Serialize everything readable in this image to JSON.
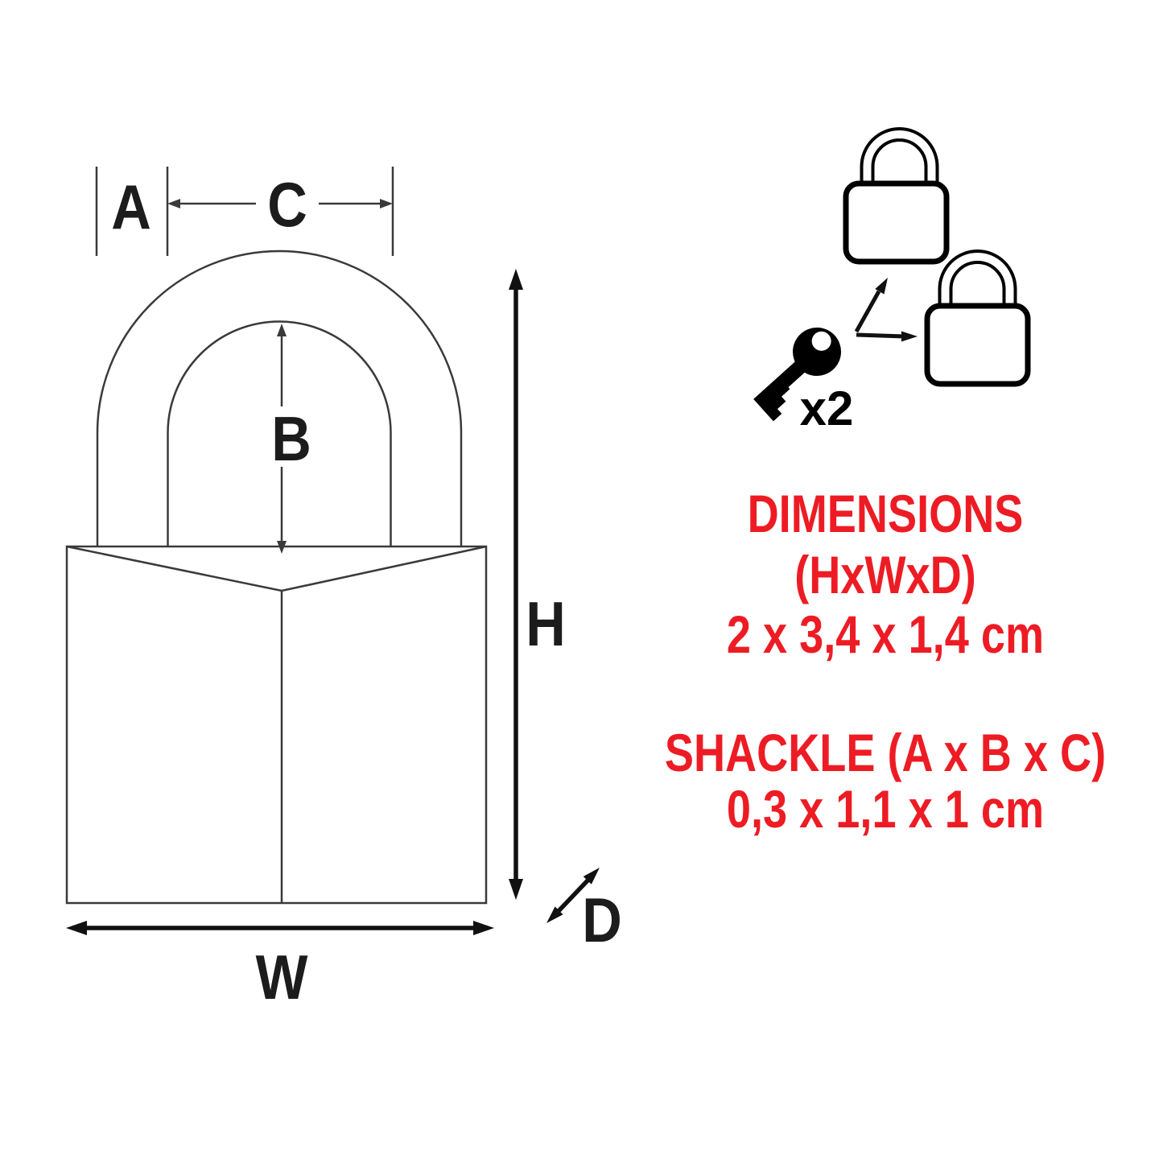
{
  "colors": {
    "accent_red": "#ed1c24",
    "ink": "#1c1c1c",
    "line": "#3a3a3a"
  },
  "diagram": {
    "labels": {
      "a": "A",
      "b": "B",
      "c": "C",
      "h": "H",
      "w": "W",
      "d": "D"
    },
    "icons": [
      "padlock-outline-drawing",
      "padlock-icon",
      "padlock-icon",
      "key-icon",
      "arrow-icon"
    ]
  },
  "keys_included": {
    "count_label": "x2"
  },
  "specs": {
    "dimensions_title": "DIMENSIONS",
    "dimensions_subtitle": "(HxWxD)",
    "dimensions_value": "2 x 3,4 x 1,4 cm",
    "shackle_title": "SHACKLE (A x B x C)",
    "shackle_value": "0,3 x 1,1 x 1 cm"
  }
}
